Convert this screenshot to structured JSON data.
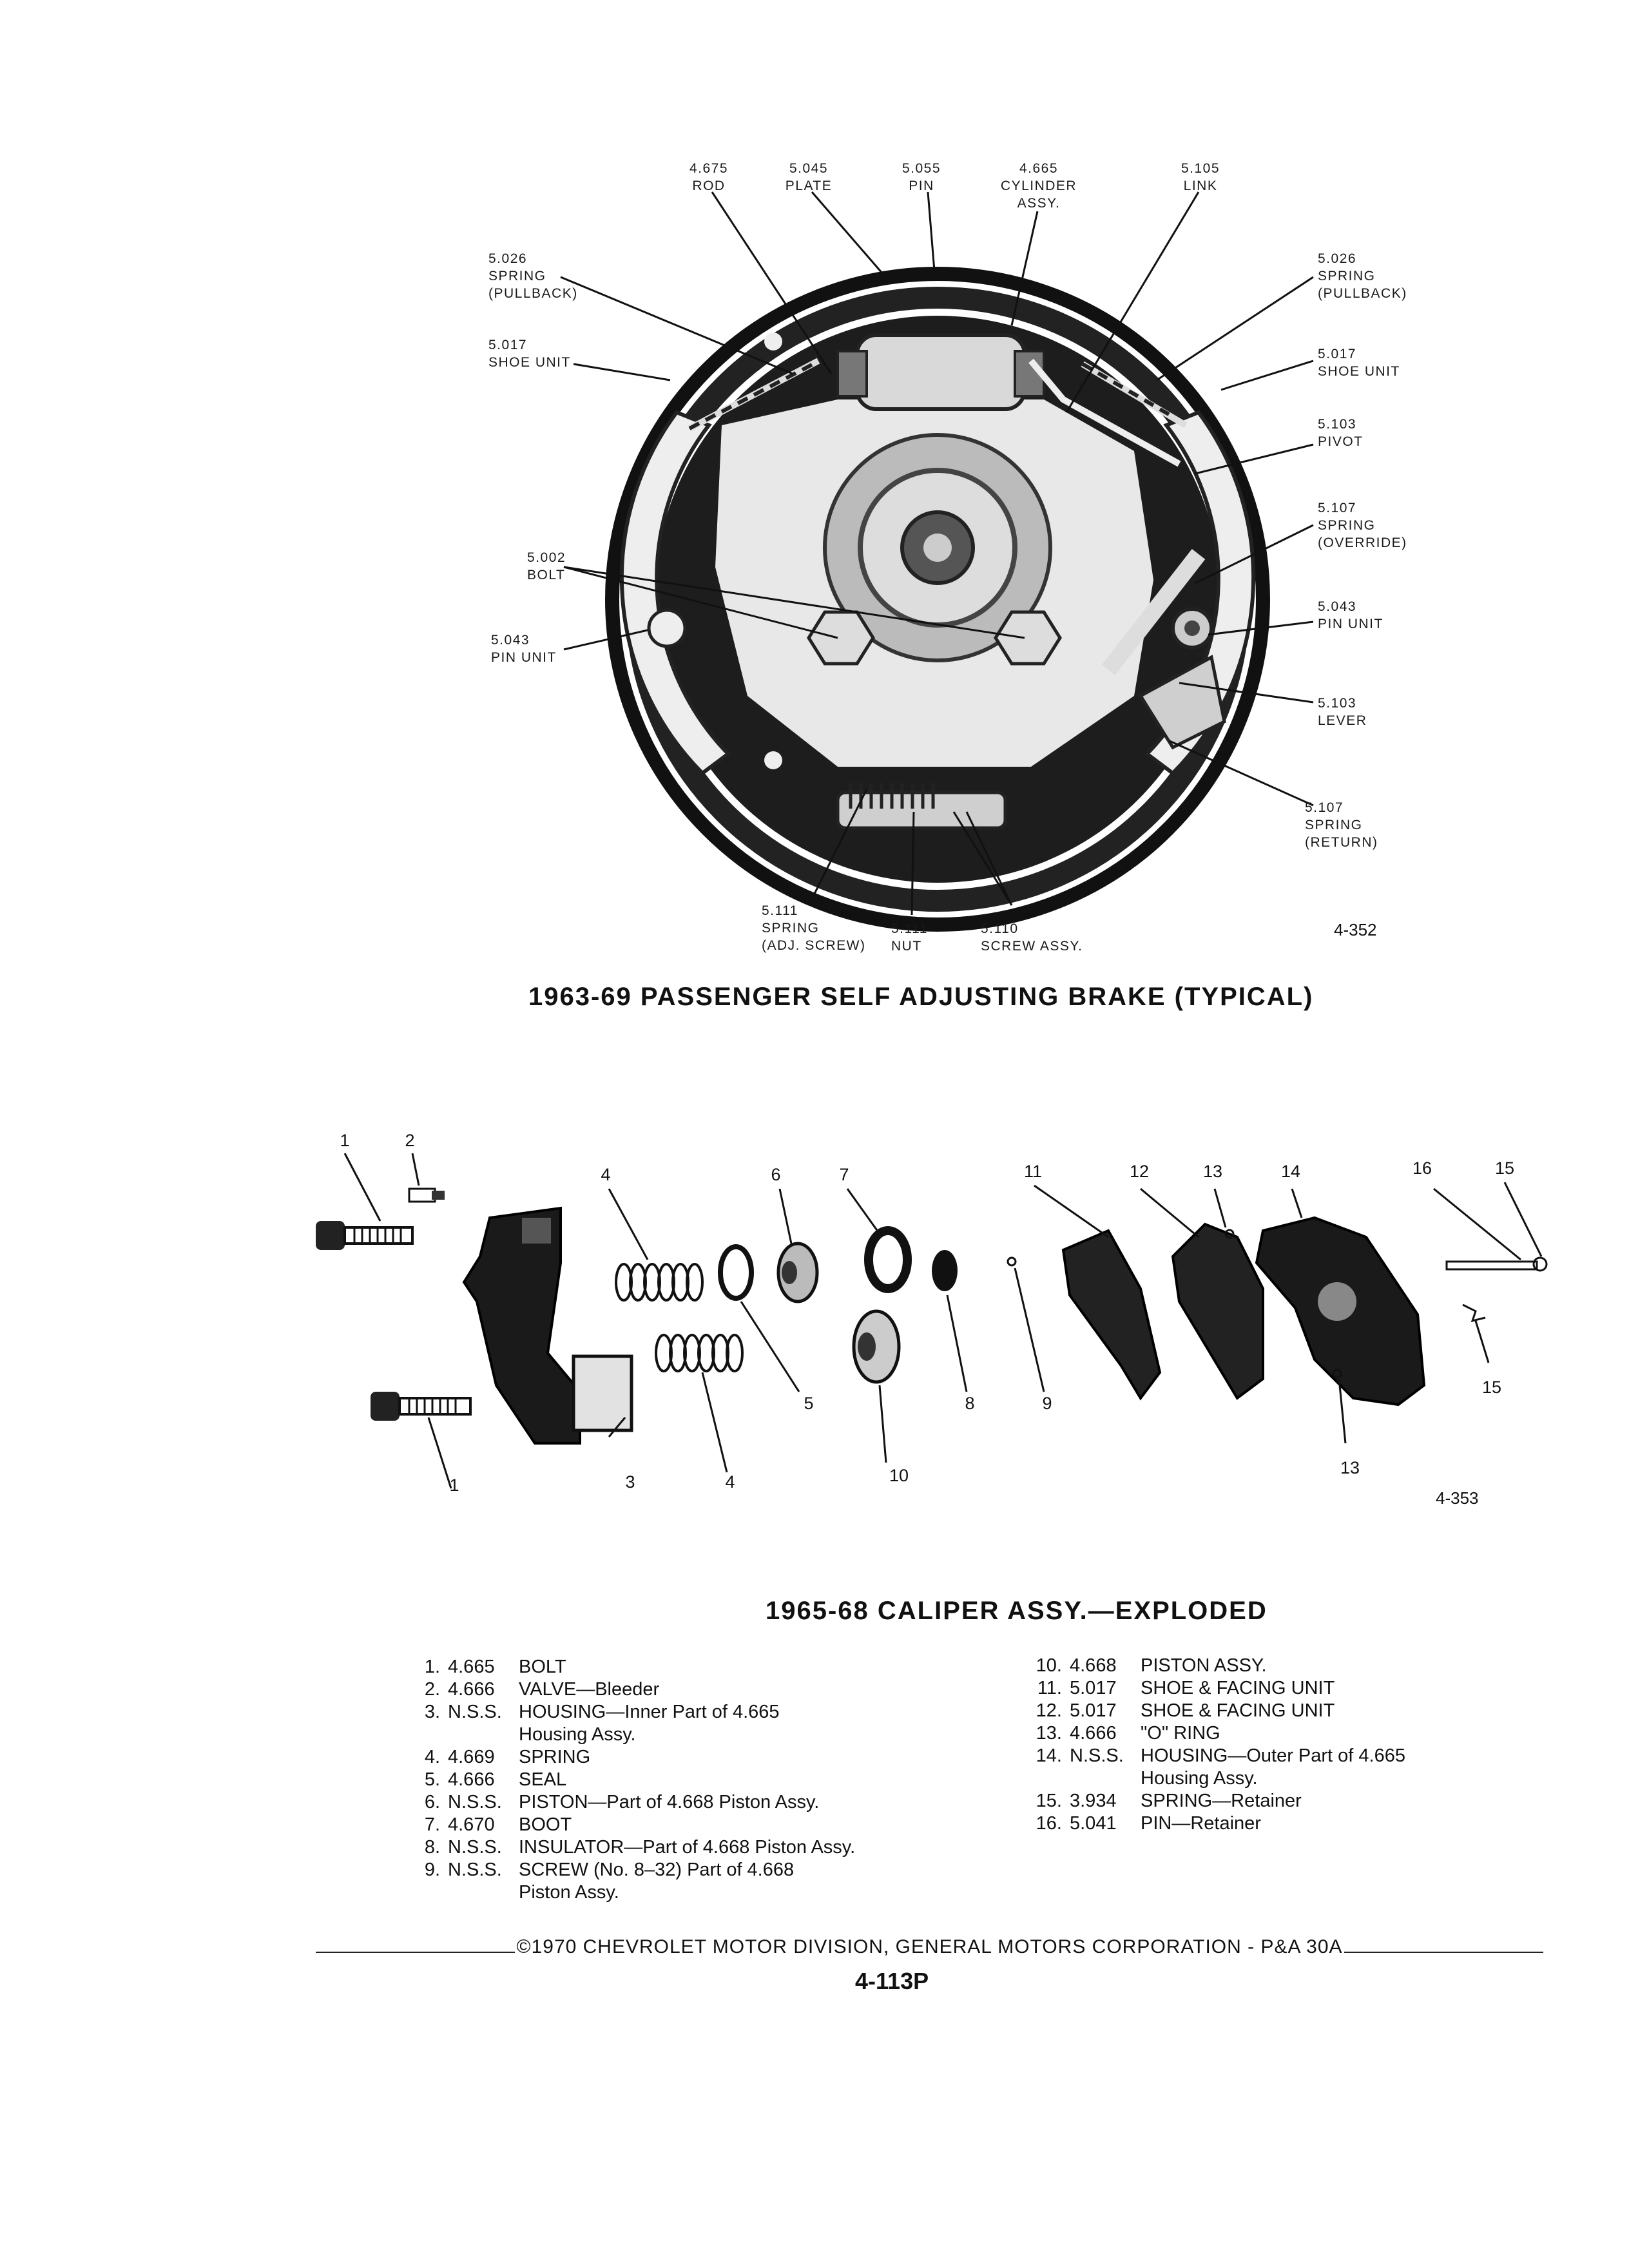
{
  "drum_figure": {
    "labels": [
      {
        "id": "rod",
        "lines": [
          "4.675",
          "ROD"
        ]
      },
      {
        "id": "plate",
        "lines": [
          "5.045",
          "PLATE"
        ]
      },
      {
        "id": "pin",
        "lines": [
          "5.055",
          "PIN"
        ]
      },
      {
        "id": "cylinder",
        "lines": [
          "4.665",
          "CYLINDER",
          "ASSY."
        ]
      },
      {
        "id": "link",
        "lines": [
          "5.105",
          "LINK"
        ]
      },
      {
        "id": "spring-pullback-left",
        "lines": [
          "5.026",
          "SPRING",
          "(PULLBACK)"
        ]
      },
      {
        "id": "shoe-unit-left",
        "lines": [
          "5.017",
          "SHOE UNIT"
        ]
      },
      {
        "id": "bolt",
        "lines": [
          "5.002",
          "BOLT"
        ]
      },
      {
        "id": "pin-unit-left",
        "lines": [
          "5.043",
          "PIN UNIT"
        ]
      },
      {
        "id": "spring-pullback-right",
        "lines": [
          "5.026",
          "SPRING",
          "(PULLBACK)"
        ]
      },
      {
        "id": "shoe-unit-right",
        "lines": [
          "5.017",
          "SHOE UNIT"
        ]
      },
      {
        "id": "pivot",
        "lines": [
          "5.103",
          "PIVOT"
        ]
      },
      {
        "id": "spring-override",
        "lines": [
          "5.107",
          "SPRING",
          "(OVERRIDE)"
        ]
      },
      {
        "id": "pin-unit-right",
        "lines": [
          "5.043",
          "PIN UNIT"
        ]
      },
      {
        "id": "lever",
        "lines": [
          "5.103",
          "LEVER"
        ]
      },
      {
        "id": "spring-return",
        "lines": [
          "5.107",
          "SPRING",
          "(RETURN)"
        ]
      },
      {
        "id": "spring-adj",
        "lines": [
          "5.111",
          "SPRING",
          "(ADJ. SCREW)"
        ]
      },
      {
        "id": "nut",
        "lines": [
          "5.111",
          "NUT"
        ]
      },
      {
        "id": "screw-assy",
        "lines": [
          "5.110",
          "SCREW ASSY."
        ]
      }
    ],
    "figure_number": "4-352",
    "caption": "1963-69 PASSENGER SELF ADJUSTING BRAKE (TYPICAL)"
  },
  "caliper_figure": {
    "numbers": [
      "1",
      "2",
      "4",
      "6",
      "7",
      "11",
      "12",
      "13",
      "14",
      "16",
      "15",
      "5",
      "8",
      "9",
      "3",
      "4",
      "10",
      "1",
      "13",
      "15"
    ],
    "figure_number": "4-353",
    "caption": "1965-68 CALIPER ASSY.—EXPLODED"
  },
  "parts_left": [
    {
      "n": "1.",
      "p": "4.665",
      "d": "BOLT"
    },
    {
      "n": "2.",
      "p": "4.666",
      "d": "VALVE—Bleeder"
    },
    {
      "n": "3.",
      "p": "N.S.S.",
      "d": "HOUSING—Inner Part of 4.665"
    },
    {
      "n": "",
      "p": "",
      "d": "Housing Assy."
    },
    {
      "n": "4.",
      "p": "4.669",
      "d": "SPRING"
    },
    {
      "n": "5.",
      "p": "4.666",
      "d": "SEAL"
    },
    {
      "n": "6.",
      "p": "N.S.S.",
      "d": "PISTON—Part of 4.668 Piston Assy."
    },
    {
      "n": "7.",
      "p": "4.670",
      "d": "BOOT"
    },
    {
      "n": "8.",
      "p": "N.S.S.",
      "d": "INSULATOR—Part of 4.668 Piston Assy."
    },
    {
      "n": "9.",
      "p": "N.S.S.",
      "d": "SCREW (No. 8–32) Part of 4.668"
    },
    {
      "n": "",
      "p": "",
      "d": "Piston Assy."
    }
  ],
  "parts_right": [
    {
      "n": "10.",
      "p": "4.668",
      "d": "PISTON ASSY."
    },
    {
      "n": "11.",
      "p": "5.017",
      "d": "SHOE & FACING UNIT"
    },
    {
      "n": "12.",
      "p": "5.017",
      "d": "SHOE & FACING UNIT"
    },
    {
      "n": "13.",
      "p": "4.666",
      "d": "\"O\" RING"
    },
    {
      "n": "14.",
      "p": "N.S.S.",
      "d": "HOUSING—Outer Part of 4.665"
    },
    {
      "n": "",
      "p": "",
      "d": "Housing Assy."
    },
    {
      "n": "15.",
      "p": "3.934",
      "d": "SPRING—Retainer"
    },
    {
      "n": "16.",
      "p": "5.041",
      "d": "PIN—Retainer"
    }
  ],
  "footer": {
    "copyright": "©1970 CHEVROLET MOTOR DIVISION, GENERAL MOTORS CORPORATION - P&A 30A",
    "page_number": "4-113P"
  }
}
